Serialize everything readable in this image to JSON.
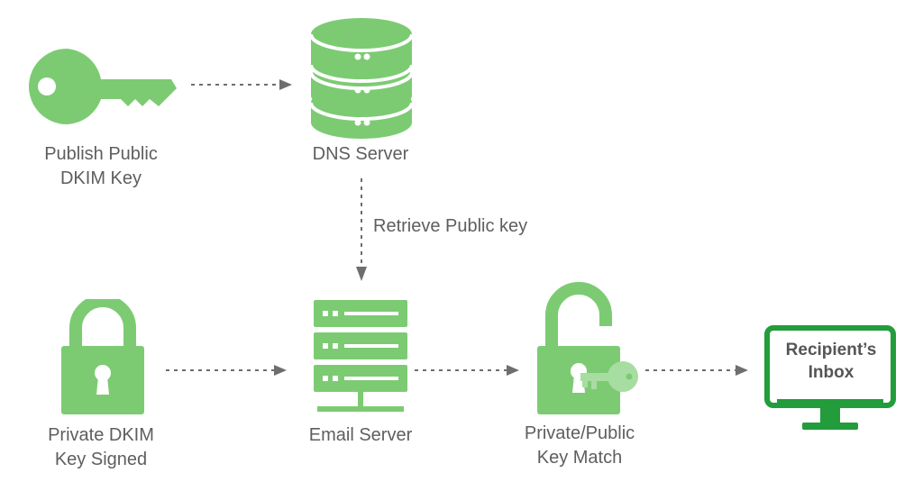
{
  "colors": {
    "accent": "#7ccb73",
    "accent_light": "#a8dda1",
    "accent_dark": "#239c3b",
    "arrow": "#6e6e6e",
    "text": "#5e5e5e"
  },
  "nodes": {
    "publish_key": {
      "icon": "key-icon",
      "line1": "Publish Public",
      "line2": "DKIM Key"
    },
    "dns_server": {
      "icon": "database-icon",
      "line1": "DNS Server"
    },
    "private_key": {
      "icon": "lock-icon",
      "line1": "Private DKIM",
      "line2": "Key Signed"
    },
    "email_server": {
      "icon": "server-icon",
      "line1": "Email Server"
    },
    "key_match": {
      "icon": "unlocked-padlock-with-key-icon",
      "line1": "Private/Public",
      "line2": "Key Match"
    },
    "inbox": {
      "icon": "monitor-icon",
      "line1": "Recipient’s",
      "line2": "Inbox"
    }
  },
  "edges": {
    "retrieve": {
      "label": "Retrieve Public key"
    }
  }
}
